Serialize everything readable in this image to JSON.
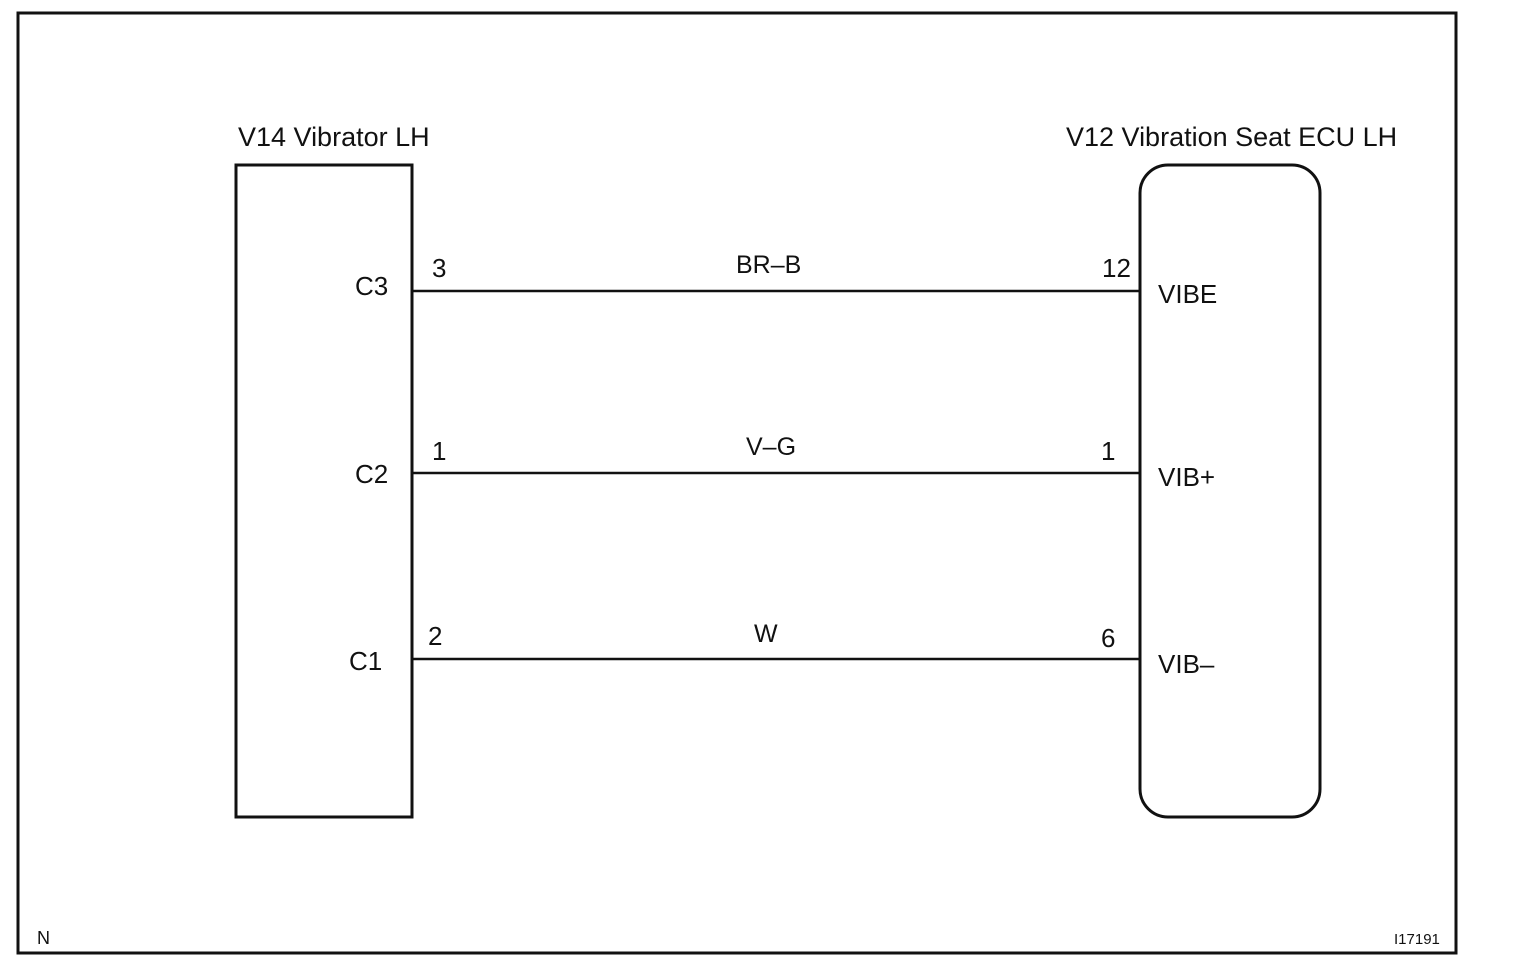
{
  "corner_mark": "N",
  "figure_id": "I17191",
  "left_component": {
    "title": "V14 Vibrator LH",
    "terminals": [
      "C3",
      "C2",
      "C1"
    ]
  },
  "right_component": {
    "title": "V12 Vibration Seat ECU LH",
    "terminals": [
      "VIBE",
      "VIB+",
      "VIB–"
    ]
  },
  "wires": [
    {
      "left_pin": "3",
      "color": "BR–B",
      "right_pin": "12"
    },
    {
      "left_pin": "1",
      "color": "V–G",
      "right_pin": "1"
    },
    {
      "left_pin": "2",
      "color": "W",
      "right_pin": "6"
    }
  ],
  "colors": {
    "line": "#111111",
    "background": "#ffffff"
  }
}
